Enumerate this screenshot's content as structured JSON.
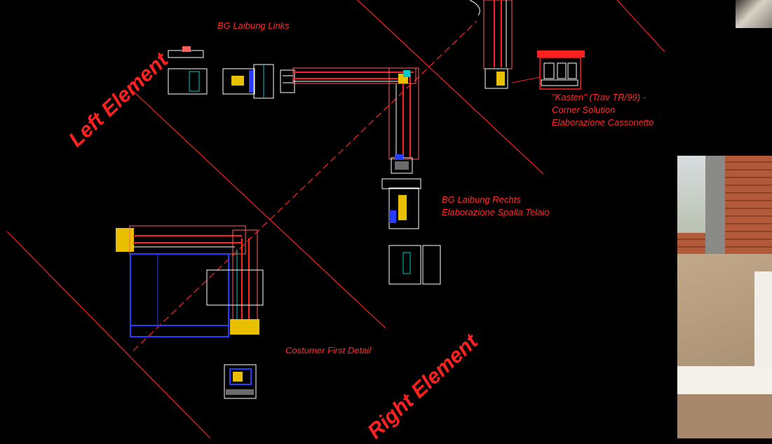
{
  "labels": {
    "left_element": "Left Element",
    "right_element": "Right Element",
    "bg_laibung_links": "BG Laibung Links",
    "bg_laibung_rechts_1": "BG Laibung Rechts",
    "bg_laibung_rechts_2": "Elaborazione Spalla Telaio",
    "kasten_1": "\"Kasten\" (Trav TR/99) -",
    "kasten_2": "Corner Solution",
    "kasten_3": "Elaborazione Cassonetto",
    "costumer_first_detail": "Costumer First Detail"
  },
  "colors": {
    "background": "#000000",
    "label_red": "#ff2b2b",
    "construction_red": "#ff2020",
    "frame_blue": "#2a3cff",
    "detail_white": "#ffffff",
    "hatch_yellow": "#e8c000"
  }
}
